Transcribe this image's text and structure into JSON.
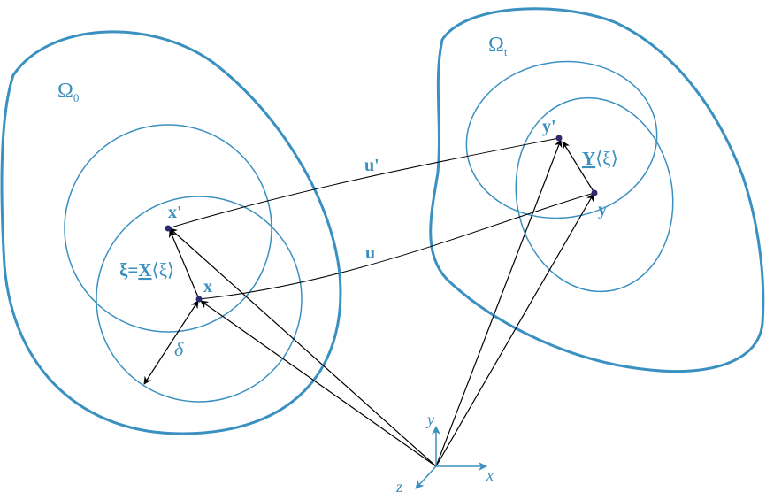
{
  "colors": {
    "region_stroke": "#3a90c0",
    "label_blue": "#3a8fbe",
    "vector": "#000000",
    "point_fill": "#2d2a6e"
  },
  "labels": {
    "omega_0": "Ω",
    "omega_0_sub": "0",
    "omega_t": "Ω",
    "omega_t_sub": "t",
    "x_prime": "x'",
    "x": "x",
    "xi_eq": "ξ=",
    "X_of": "X",
    "xi_paren": "⟨ξ⟩",
    "delta": "δ",
    "u_prime": "u'",
    "u": "u",
    "y_prime": "y'",
    "y": "y",
    "Y_of": "Y",
    "Y_paren": "⟨ξ⟩",
    "axis_x": "x",
    "axis_y": "y",
    "axis_z": "z"
  }
}
